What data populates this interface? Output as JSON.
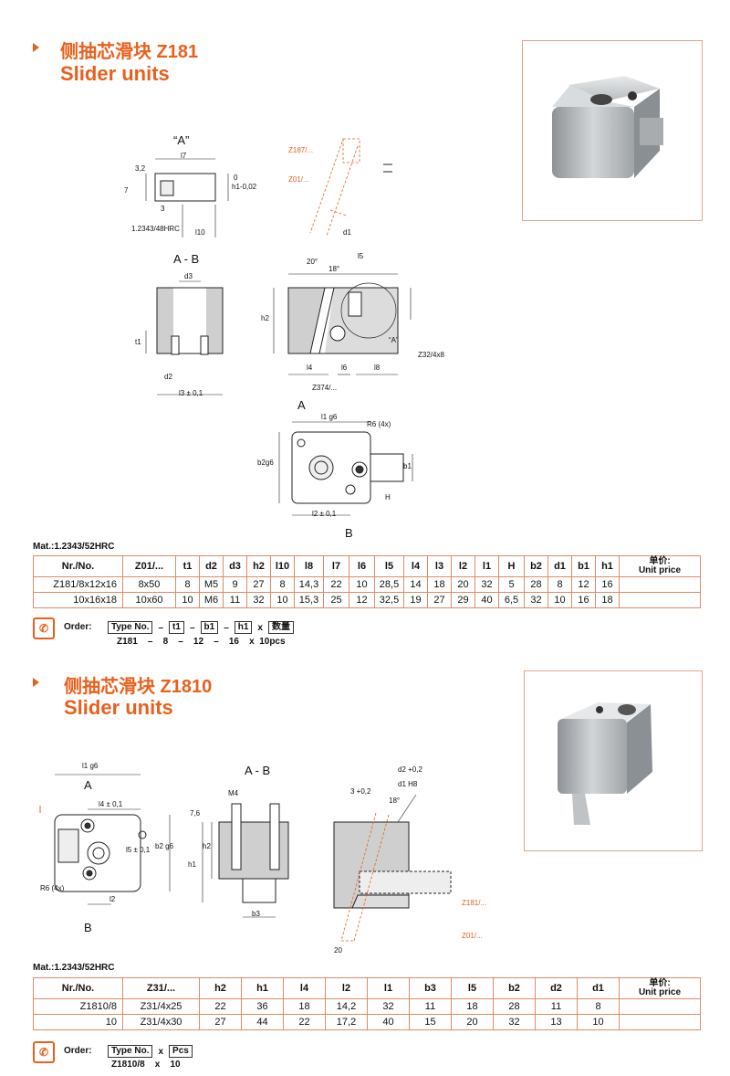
{
  "sec1": {
    "title_cn": "侧抽芯滑块 Z181",
    "title_en": "Slider units",
    "material": "Mat.:1.2343/52HRC",
    "draw_labels": {
      "view_a": "“A”",
      "ab": "A - B",
      "a": "A",
      "b": "B",
      "l7": "l7",
      "dim32": "3,2",
      "dim7": "7",
      "dim3": "3",
      "tol_h1": "h1-0,02",
      "zero": "0",
      "hrc": "1.2343/48HRC",
      "l10": "l10",
      "z187": "Z187/...",
      "z01": "Z01/...",
      "d1": "d1",
      "d3": "d3",
      "t1": "t1",
      "d2": "d2",
      "l3": "l3 ± 0,1",
      "ang20": "20°",
      "ang18": "18°",
      "l5": "l5",
      "h2": "h2",
      "l4": "l4",
      "l6": "l6",
      "l8": "l8",
      "z32": "Z32/4x8",
      "z374": "Z374/...",
      "view_a_mark": "“A”",
      "l1g6": "l1 g6",
      "r6": "R6 (4x)",
      "b2g6": "b2g6",
      "b1": "b1",
      "H": "H",
      "l2": "l2 ± 0,1"
    },
    "table": {
      "headers": [
        "Nr./No.",
        "Z01/...",
        "t1",
        "d2",
        "d3",
        "h2",
        "l10",
        "l8",
        "l7",
        "l6",
        "l5",
        "l4",
        "l3",
        "l2",
        "l1",
        "H",
        "b2",
        "d1",
        "b1",
        "h1"
      ],
      "unit_price_cn": "单价:",
      "unit_price_en": "Unit price",
      "rows": [
        [
          "Z181/8x12x16",
          "8x50",
          "8",
          "M5",
          "9",
          "27",
          "8",
          "14,3",
          "22",
          "10",
          "28,5",
          "14",
          "18",
          "20",
          "32",
          "5",
          "28",
          "8",
          "12",
          "16"
        ],
        [
          "10x16x18",
          "10x60",
          "10",
          "M6",
          "11",
          "32",
          "10",
          "15,3",
          "25",
          "12",
          "32,5",
          "19",
          "27",
          "29",
          "40",
          "6,5",
          "32",
          "10",
          "16",
          "18"
        ]
      ]
    },
    "order": {
      "label": "Order:",
      "boxes": [
        "Type No.",
        "t1",
        "b1",
        "h1",
        "数量"
      ],
      "seps": [
        "–",
        "–",
        "–",
        "x"
      ],
      "example": "Z181    –    8    –    12    –    16    x  10pcs"
    }
  },
  "sec2": {
    "title_cn": "侧抽芯滑块 Z1810",
    "title_en": "Slider units",
    "material": "Mat.:1.2343/52HRC",
    "draw_labels": {
      "l1g6": "l1 g6",
      "a": "A",
      "b": "B",
      "l4": "l4 ± 0,1",
      "l5": "l5 ± 0,1",
      "b2g6": "b2 g6",
      "r6": "R6 (4x)",
      "l2": "l2",
      "ab": "A - B",
      "m4": "M4",
      "dim76": "7,6",
      "h1": "h1",
      "h2": "h2",
      "b3": "b3",
      "d2": "d2 +0,2",
      "d1": "d1 H8",
      "ang18": "18°",
      "dim3": "3 +0,2",
      "z181": "Z181/...",
      "z01": "Z01/...",
      "dim20": "20"
    },
    "table": {
      "headers": [
        "Nr./No.",
        "Z31/...",
        "h2",
        "h1",
        "l4",
        "l2",
        "l1",
        "b3",
        "l5",
        "b2",
        "d2",
        "d1"
      ],
      "unit_price_cn": "单价:",
      "unit_price_en": "Unit price",
      "rows": [
        [
          "Z1810/8",
          "Z31/4x25",
          "22",
          "36",
          "18",
          "14,2",
          "32",
          "11",
          "18",
          "28",
          "11",
          "8"
        ],
        [
          "10",
          "Z31/4x30",
          "27",
          "44",
          "22",
          "17,2",
          "40",
          "15",
          "20",
          "32",
          "13",
          "10"
        ]
      ]
    },
    "order": {
      "label": "Order:",
      "boxes": [
        "Type No.",
        "Pcs"
      ],
      "seps": [
        "x"
      ],
      "example": "Z1810/8    x    10"
    }
  }
}
